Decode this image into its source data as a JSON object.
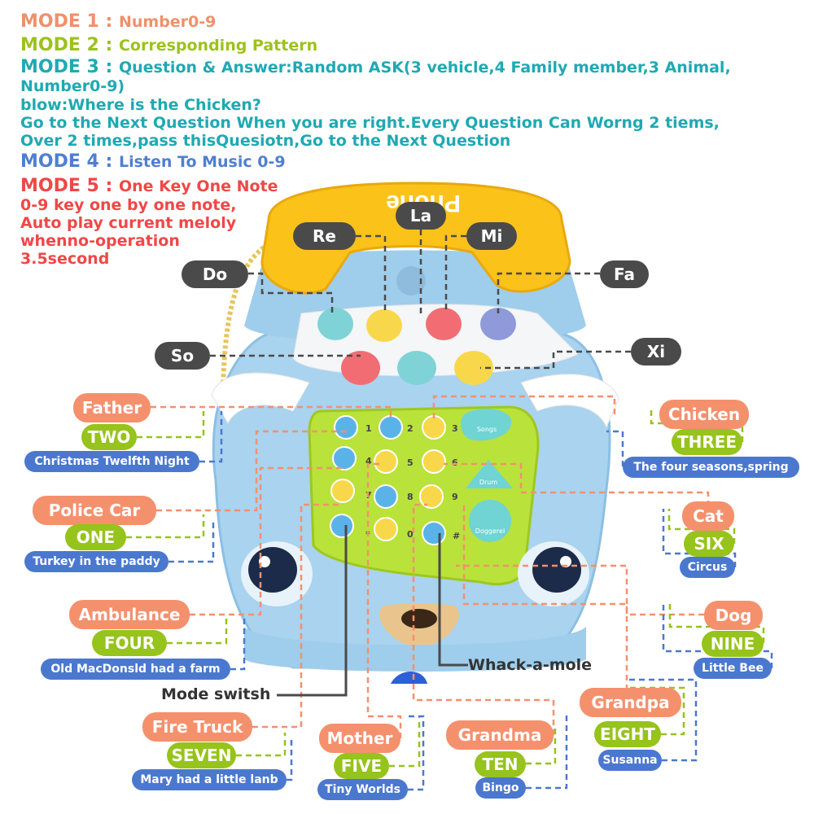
{
  "modes": [
    {
      "title": "MODE 1 : ",
      "desc": "Number0-9",
      "color": "#f0906a"
    },
    {
      "title": "MODE 2 : ",
      "desc": "Corresponding Pattern",
      "color": "#9cc21a"
    },
    {
      "title": "MODE 3 : ",
      "desc": "Question & Answer:Random ASK(3 vehicle,4 Family member,3 Animal,",
      "color": "#1fa9b3",
      "extra": [
        "Number0-9)",
        "blow:Where is the Chicken?",
        "Go to the Next Question When you are right.Every Question Can Worng 2 tiems,",
        "Over 2 times,pass thisQuesiotn,Go to the Next Question"
      ]
    },
    {
      "title": "MODE 4 : ",
      "desc": "Listen To Music 0-9",
      "color": "#4f7fd0"
    },
    {
      "title": "MODE 5 : ",
      "desc": "One Key One Note",
      "color": "#f04747",
      "extra": [
        "0-9 key one by one note,",
        "Auto play current meloly",
        "whenno-operation",
        "3.5second"
      ]
    }
  ],
  "notes": {
    "do": "Do",
    "re": "Re",
    "la": "La",
    "mi": "Mi",
    "fa": "Fa",
    "so": "So",
    "xi": "Xi"
  },
  "keys": {
    "father": {
      "name": "Father",
      "number": "TWO",
      "song": "Christmas Twelfth Night"
    },
    "police": {
      "name": "Police Car",
      "number": "ONE",
      "song": "Turkey in the paddy"
    },
    "ambulance": {
      "name": "Ambulance",
      "number": "FOUR",
      "song": "Old MacDonsld had a farm"
    },
    "firetruck": {
      "name": "Fire Truck",
      "number": "SEVEN",
      "song": "Mary had a little lanb"
    },
    "mother": {
      "name": "Mother",
      "number": "FIVE",
      "song": "Tiny Worlds"
    },
    "grandma": {
      "name": "Grandma",
      "number": "TEN",
      "song": "Bingo"
    },
    "grandpa": {
      "name": "Grandpa",
      "number": "EIGHT",
      "song": "Susanna"
    },
    "dog": {
      "name": "Dog",
      "number": "NINE",
      "song": "Little Bee"
    },
    "cat": {
      "name": "Cat",
      "number": "SIX",
      "song": "Circus"
    },
    "chicken": {
      "name": "Chicken",
      "number": "THREE",
      "song": "The four seasons,spring"
    }
  },
  "labels": {
    "mode_switch": "Mode switsh",
    "whack": "Whack-a-mole"
  },
  "toy": {
    "handset_text": "Phone",
    "keypad_digits": [
      "1",
      "2",
      "3",
      "4",
      "5",
      "6",
      "7",
      "8",
      "9",
      "*",
      "0",
      "#"
    ],
    "songs": "Songs",
    "drum": "Drum",
    "doggerel": "Doggerel"
  },
  "colors": {
    "orange": "#f5906d",
    "green": "#96c31c",
    "blue": "#4b78cf",
    "dark": "#4a4a4a",
    "toy_blue": "#a9d3ef",
    "keypad": "#b9e23a",
    "handset": "#fbc21a"
  }
}
